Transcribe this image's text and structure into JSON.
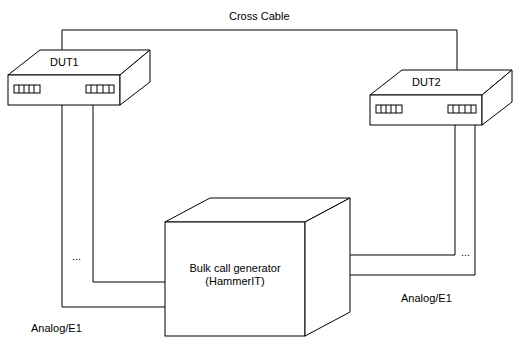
{
  "diagram": {
    "nodes": [
      {
        "text": [
          "DUT1"
        ]
      },
      {
        "text": [
          "DUT2"
        ]
      },
      {
        "text": [
          "Bulk call generator (HammerIT)"
        ]
      }
    ],
    "edges": [
      {
        "from": 0,
        "to": 1,
        "arrow": "none",
        "label": "Cross Cable"
      },
      {
        "from": 0,
        "to": 2,
        "arrow": "none",
        "label": "Analog/E1"
      },
      {
        "from": 1,
        "to": 2,
        "arrow": "none",
        "label": "Analog/E1"
      }
    ],
    "labels": [
      "...",
      "..."
    ]
  }
}
